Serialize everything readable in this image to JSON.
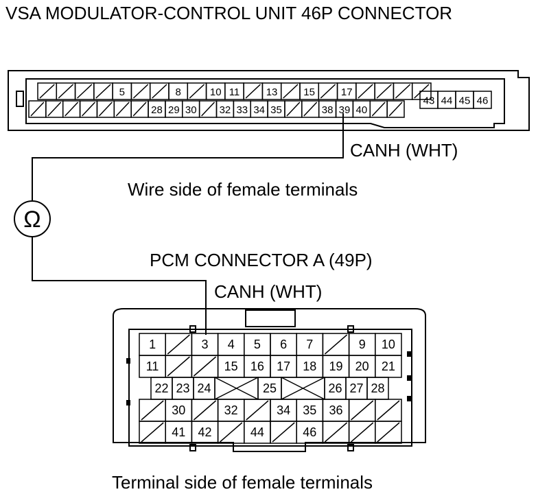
{
  "title": "VSA MODULATOR-CONTROL UNIT 46P CONNECTOR",
  "vsa": {
    "top_row": [
      "",
      "",
      "",
      "",
      "5",
      "",
      "",
      "8",
      "",
      "10",
      "11",
      "",
      "13",
      "",
      "15",
      "",
      "17",
      "",
      "",
      "",
      ""
    ],
    "bottom_row": [
      "",
      "",
      "",
      "",
      "",
      "",
      "",
      "28",
      "29",
      "30",
      "",
      "32",
      "33",
      "34",
      "35",
      "",
      "",
      "38",
      "39",
      "40",
      "",
      ""
    ],
    "block": [
      "43",
      "44",
      "45",
      "46"
    ]
  },
  "wire_label_vsa": "CANH (WHT)",
  "vsa_side_label": "Wire side of female terminals",
  "meter_symbol": "Ω",
  "pcm_title": "PCM CONNECTOR A (49P)",
  "wire_label_pcm": "CANH (WHT)",
  "pcm": {
    "row1": [
      "1",
      "",
      "3",
      "4",
      "5",
      "6",
      "7",
      "",
      "9",
      "10"
    ],
    "row2": [
      "11",
      "",
      "",
      "15",
      "16",
      "17",
      "18",
      "19",
      "20",
      "21"
    ],
    "row3_left": [
      "22",
      "23",
      "24"
    ],
    "row3_mid1": "25",
    "row3_right": [
      "26",
      "27",
      "28"
    ],
    "row4": [
      "",
      "30",
      "",
      "32",
      "",
      "34",
      "35",
      "36",
      "",
      ""
    ],
    "row5": [
      "",
      "41",
      "42",
      "",
      "44",
      "",
      "46",
      "",
      "",
      ""
    ]
  },
  "pcm_side_label": "Terminal side of female terminals"
}
